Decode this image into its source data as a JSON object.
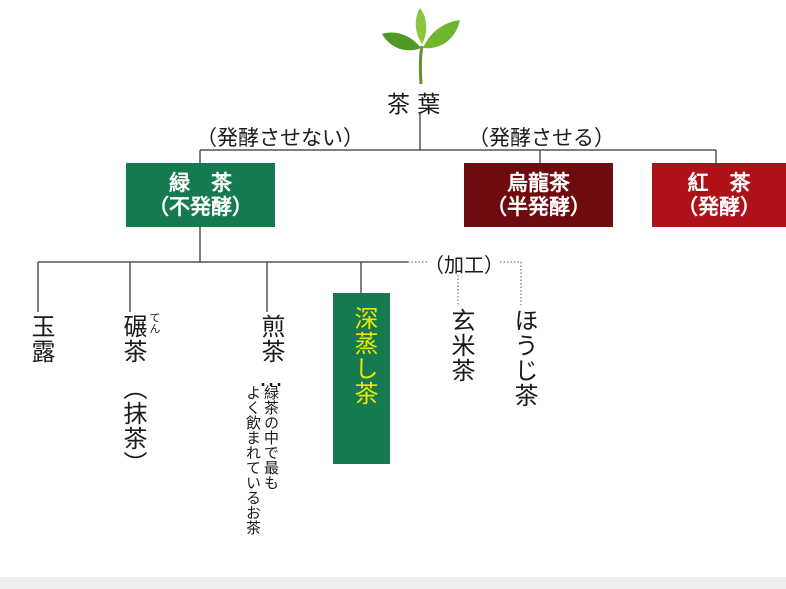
{
  "root": {
    "label": "茶 葉"
  },
  "branches": {
    "unfermented": "（発酵させない）",
    "fermented": "（発酵させる）"
  },
  "categories": {
    "green": {
      "line1": "緑　茶",
      "line2": "（不発酵）",
      "color": "#157a4f"
    },
    "oolong": {
      "line1": "烏龍茶",
      "line2": "（半発酵）",
      "color": "#6e0b0e"
    },
    "black": {
      "line1": "紅　茶",
      "line2": "（発酵）",
      "color": "#b01018"
    }
  },
  "processing": {
    "label": "（加工）"
  },
  "teas": {
    "gyokuro": "玉露",
    "tencha": "碾茶",
    "tencha_ruby": "てん",
    "matcha": "（抹茶）",
    "sencha": "煎茶…",
    "sencha_note_1": "緑茶の中で最も",
    "sencha_note_2": "よく飲まれているお茶",
    "fukamushi": "深蒸し茶",
    "genmaicha": "玄米茶",
    "houjicha": "ほうじ茶"
  },
  "colors": {
    "highlight_text": "#f2e600",
    "line": "#555555"
  },
  "icons": {
    "leaf": "tea-leaf-icon"
  }
}
